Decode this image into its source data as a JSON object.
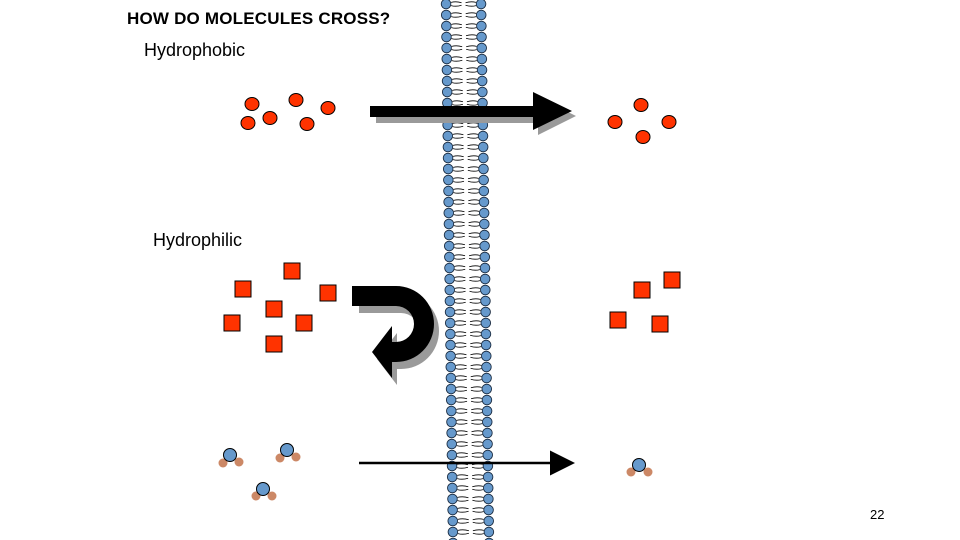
{
  "title": "HOW DO MOLECULES CROSS?",
  "labels": {
    "hydrophobic": "Hydrophobic",
    "hydrophilic": "Hydrophilic"
  },
  "slide_number": "22",
  "colors": {
    "background": "#ffffff",
    "molecule_red": "#ff3300",
    "lipid_head_blue": "#6699cc",
    "water_hydrogen": "#cc8866",
    "arrow": "#000000"
  },
  "icons": {
    "membrane": "lipid-bilayer",
    "hydrophobic_arrow": "arrow-right-thick",
    "hydrophilic_arrow": "u-turn-arrow",
    "water_arrow": "arrow-right-thin"
  }
}
